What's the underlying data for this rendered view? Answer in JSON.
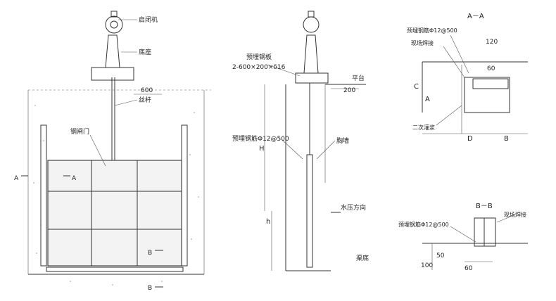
{
  "labels": {
    "hoist": "启闭机",
    "base": "底座",
    "spindle": "丝杆",
    "gate": "钢闸门",
    "dim_600": "600",
    "sec_a_left": "A",
    "sec_a_right": "A",
    "sec_b_mid": "B",
    "sec_b_bottom": "B",
    "plate": "预埋钢板",
    "plate_spec": "2-600×200×δ16",
    "platform": "平台",
    "dim_200": "200",
    "rebar_mid": "预埋钢筋Φ12@500",
    "breast_wall": "胸墙",
    "dim_H": "H",
    "dim_h": "h",
    "water_dir": "水压方向",
    "bottom": "渠底",
    "aa_title": "A－A",
    "aa_rebar": "预埋钢筋Φ12@500",
    "aa_weld": "现场焊接",
    "aa_120": "120",
    "aa_60": "60",
    "aa_C": "C",
    "aa_A": "A",
    "aa_grout": "二次灌浆",
    "aa_D": "D",
    "aa_B": "B",
    "bb_title": "B－B",
    "bb_weld": "现场焊接",
    "bb_rebar": "预埋钢筋Φ12@500",
    "bb_50": "50",
    "bb_100": "100",
    "bb_60": "60"
  }
}
